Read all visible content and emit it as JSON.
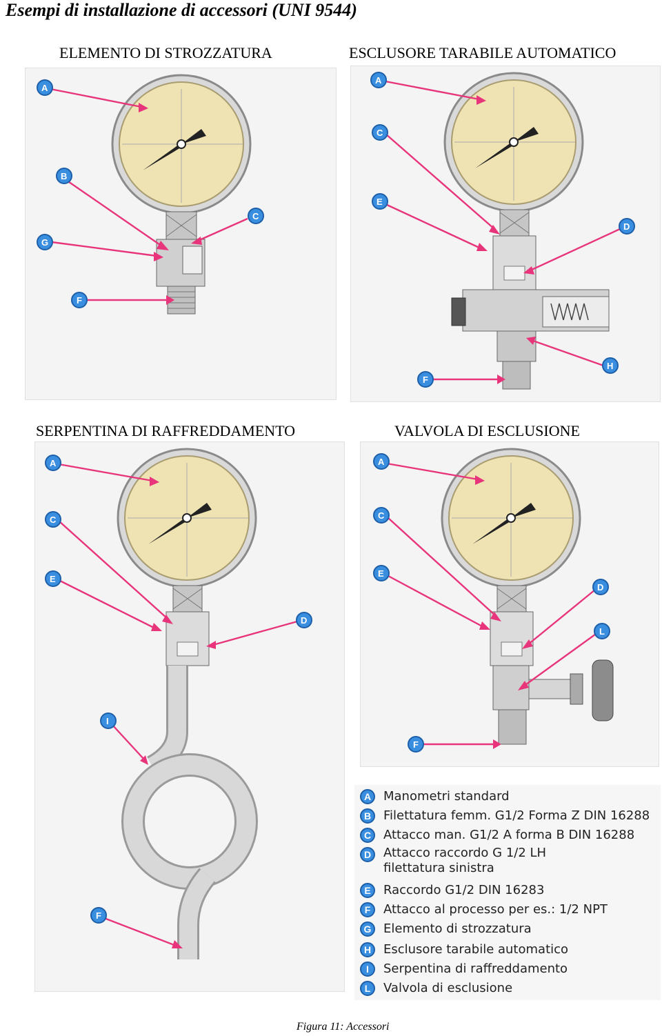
{
  "document": {
    "title": "Esempi di installazione di accessori (UNI 9544)",
    "caption": "Figura 11: Accessori"
  },
  "sections": {
    "strozzatura": {
      "heading": "ELEMENTO DI STROZZATURA",
      "callouts": [
        "A",
        "B",
        "G",
        "F",
        "C"
      ]
    },
    "esclusore": {
      "heading": "ESCLUSORE TARABILE AUTOMATICO",
      "callouts": [
        "A",
        "C",
        "E",
        "D",
        "H",
        "F"
      ]
    },
    "serpentina": {
      "heading": "SERPENTINA DI RAFFREDDAMENTO",
      "callouts": [
        "A",
        "C",
        "E",
        "D",
        "I",
        "F"
      ]
    },
    "valvola": {
      "heading": "VALVOLA DI ESCLUSIONE",
      "callouts": [
        "A",
        "C",
        "E",
        "D",
        "L",
        "F"
      ]
    }
  },
  "legend": {
    "items": [
      {
        "letter": "A",
        "text": "Manometri standard"
      },
      {
        "letter": "B",
        "text": "Filettatura femm. G1/2 Forma Z DIN 16288"
      },
      {
        "letter": "C",
        "text": "Attacco man. G1/2 A forma B DIN 16288"
      },
      {
        "letter": "D",
        "text": "Attacco raccordo G 1/2 LH",
        "text2": "filettatura sinistra"
      },
      {
        "letter": "E",
        "text": "Raccordo G1/2 DIN 16283"
      },
      {
        "letter": "F",
        "text": "Attacco al processo per es.: 1/2 NPT"
      },
      {
        "letter": "G",
        "text": "Elemento di strozzatura"
      },
      {
        "letter": "H",
        "text": "Esclusore tarabile automatico"
      },
      {
        "letter": "I",
        "text": "Serpentina di raffreddamento"
      },
      {
        "letter": "L",
        "text": "Valvola di esclusione"
      }
    ]
  },
  "colors": {
    "callout_fill": "#3a8ee0",
    "arrow": "#e8347a",
    "gauge_face": "#efe3b4",
    "metal": "#c6c6c6"
  }
}
